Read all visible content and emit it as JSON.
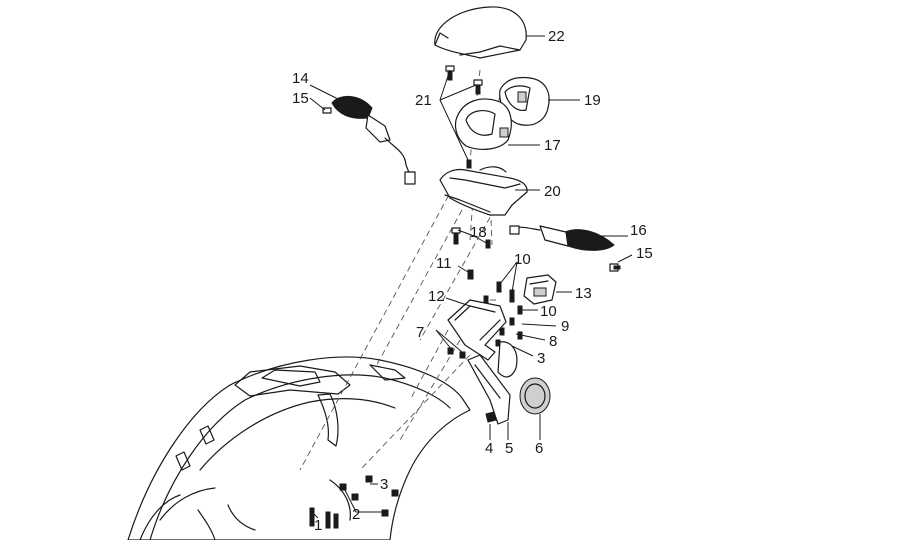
{
  "callouts": {
    "c1": "1",
    "c2": "2",
    "c3a": "3",
    "c3b": "3",
    "c4": "4",
    "c5": "5",
    "c6": "6",
    "c7": "7",
    "c8": "8",
    "c9": "9",
    "c10a": "10",
    "c10b": "10",
    "c11": "11",
    "c12": "12",
    "c13": "13",
    "c14": "14",
    "c15a": "15",
    "c15b": "15",
    "c16": "16",
    "c17": "17",
    "c18": "18",
    "c19": "19",
    "c20": "20",
    "c21": "21",
    "c22": "22"
  }
}
